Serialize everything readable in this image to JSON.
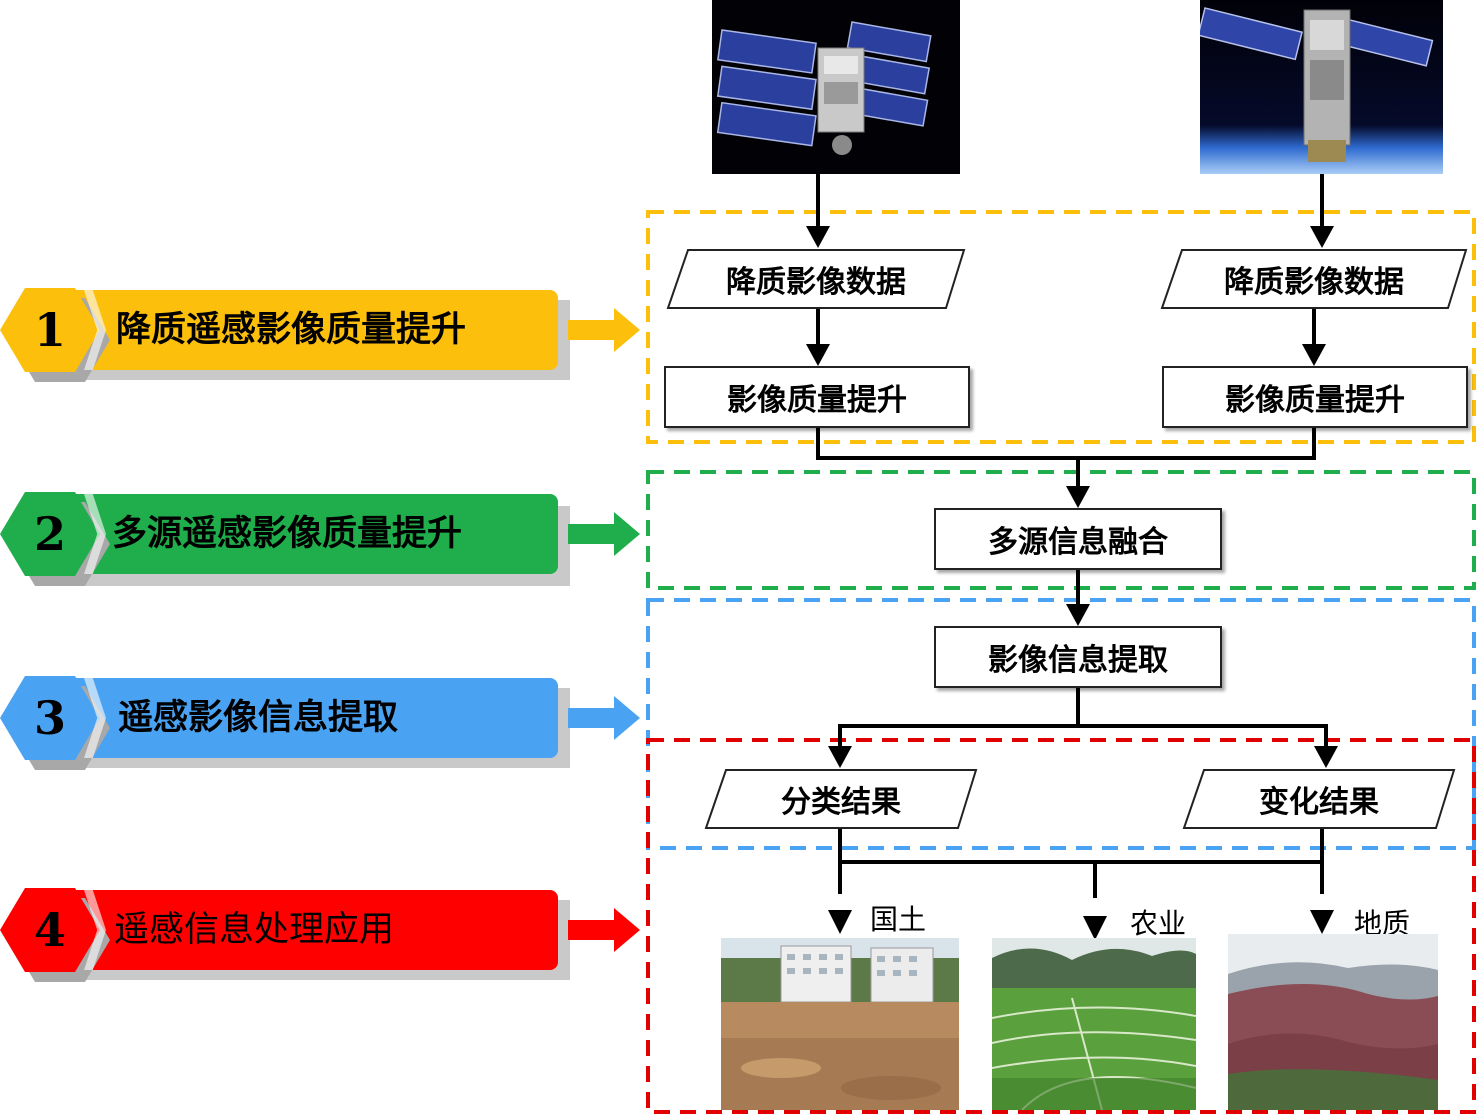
{
  "stages": [
    {
      "num": "1",
      "label": "降质遥感影像质量提升",
      "color": "#fbbf0c",
      "hex": "#fbbf0c"
    },
    {
      "num": "2",
      "label": "多源遥感影像质量提升",
      "color": "#1fae4b",
      "hex": "#1fae4b"
    },
    {
      "num": "3",
      "label": "遥感影像信息提取",
      "color": "#4aa3f2",
      "hex": "#4aa3f2"
    },
    {
      "num": "4",
      "label": "遥感信息处理应用",
      "color": "#ff0000",
      "hex": "#ff0000"
    }
  ],
  "flow": {
    "input_left": "降质影像数据",
    "input_right": "降质影像数据",
    "enhance_left": "影像质量提升",
    "enhance_right": "影像质量提升",
    "fusion": "多源信息融合",
    "extraction": "影像信息提取",
    "classification": "分类结果",
    "change": "变化结果"
  },
  "applications": [
    {
      "label": "国土"
    },
    {
      "label": "农业"
    },
    {
      "label": "地质"
    }
  ],
  "icons": [
    "satellite-icon",
    "satellite-icon"
  ],
  "colors": {
    "yellow": "#fbbf0c",
    "green": "#1fae4b",
    "blue": "#4aa3f2",
    "red": "#ff0000"
  }
}
